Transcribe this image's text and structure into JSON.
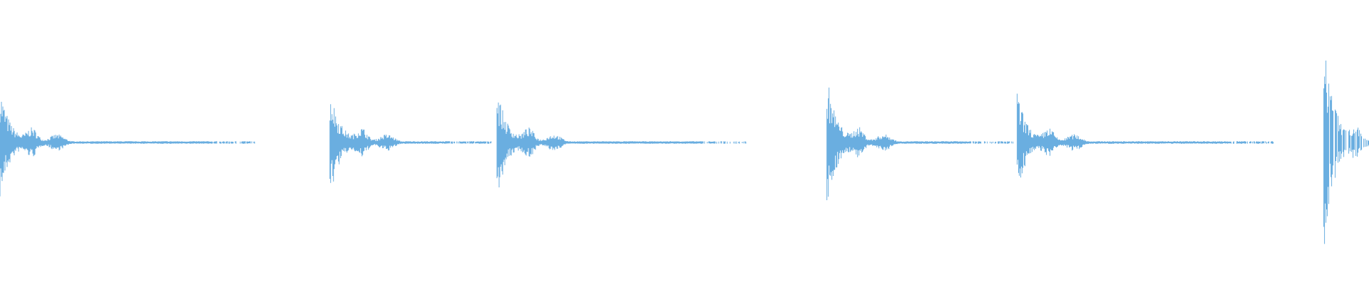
{
  "waveform": {
    "color": "#6aaee0",
    "time_unit": "seconds",
    "duration": 1.0,
    "amplitude_range": [
      -1,
      1
    ],
    "hits": [
      {
        "onset": 0.0,
        "peak": 0.36,
        "tail_end": 0.186
      },
      {
        "onset": 0.241,
        "peak": 0.36,
        "tail_end": 0.36
      },
      {
        "onset": 0.363,
        "peak": 0.36,
        "tail_end": 0.545
      },
      {
        "onset": 0.604,
        "peak": 0.44,
        "tail_end": 0.74
      },
      {
        "onset": 0.743,
        "peak": 0.33,
        "tail_end": 0.93
      },
      {
        "onset": 0.967,
        "peak": 0.7,
        "tail_end": 1.0
      }
    ]
  }
}
